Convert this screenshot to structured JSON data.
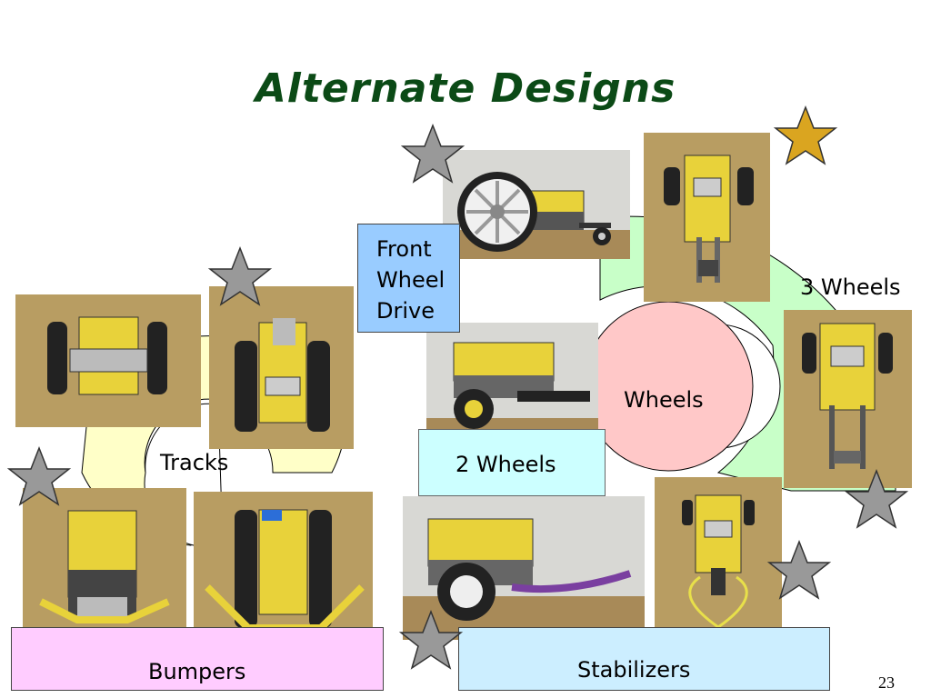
{
  "slide": {
    "title": "Alternate Designs",
    "page_number": "23"
  },
  "labels": {
    "front_wheel_drive": [
      "Front",
      "Wheel",
      "Drive"
    ],
    "three_wheels": "3 Wheels",
    "wheels": "Wheels",
    "two_wheels": "2 Wheels",
    "tracks": "Tracks",
    "bumpers": "Bumpers",
    "stabilizers": "Stabilizers"
  },
  "colors": {
    "title": "#0b4a16",
    "wheels_circle": "#ffc8c8",
    "three_wheels_ring": "#c8ffc8",
    "tracks_ring": "#ffffc8",
    "front_wheel_drive_box": "#99ccff",
    "two_wheels_box": "#ccffff",
    "bumpers_box": "#ffccff",
    "stabilizers_box": "#cceeff",
    "star_gray": "#999999",
    "star_gold": "#daa520"
  }
}
